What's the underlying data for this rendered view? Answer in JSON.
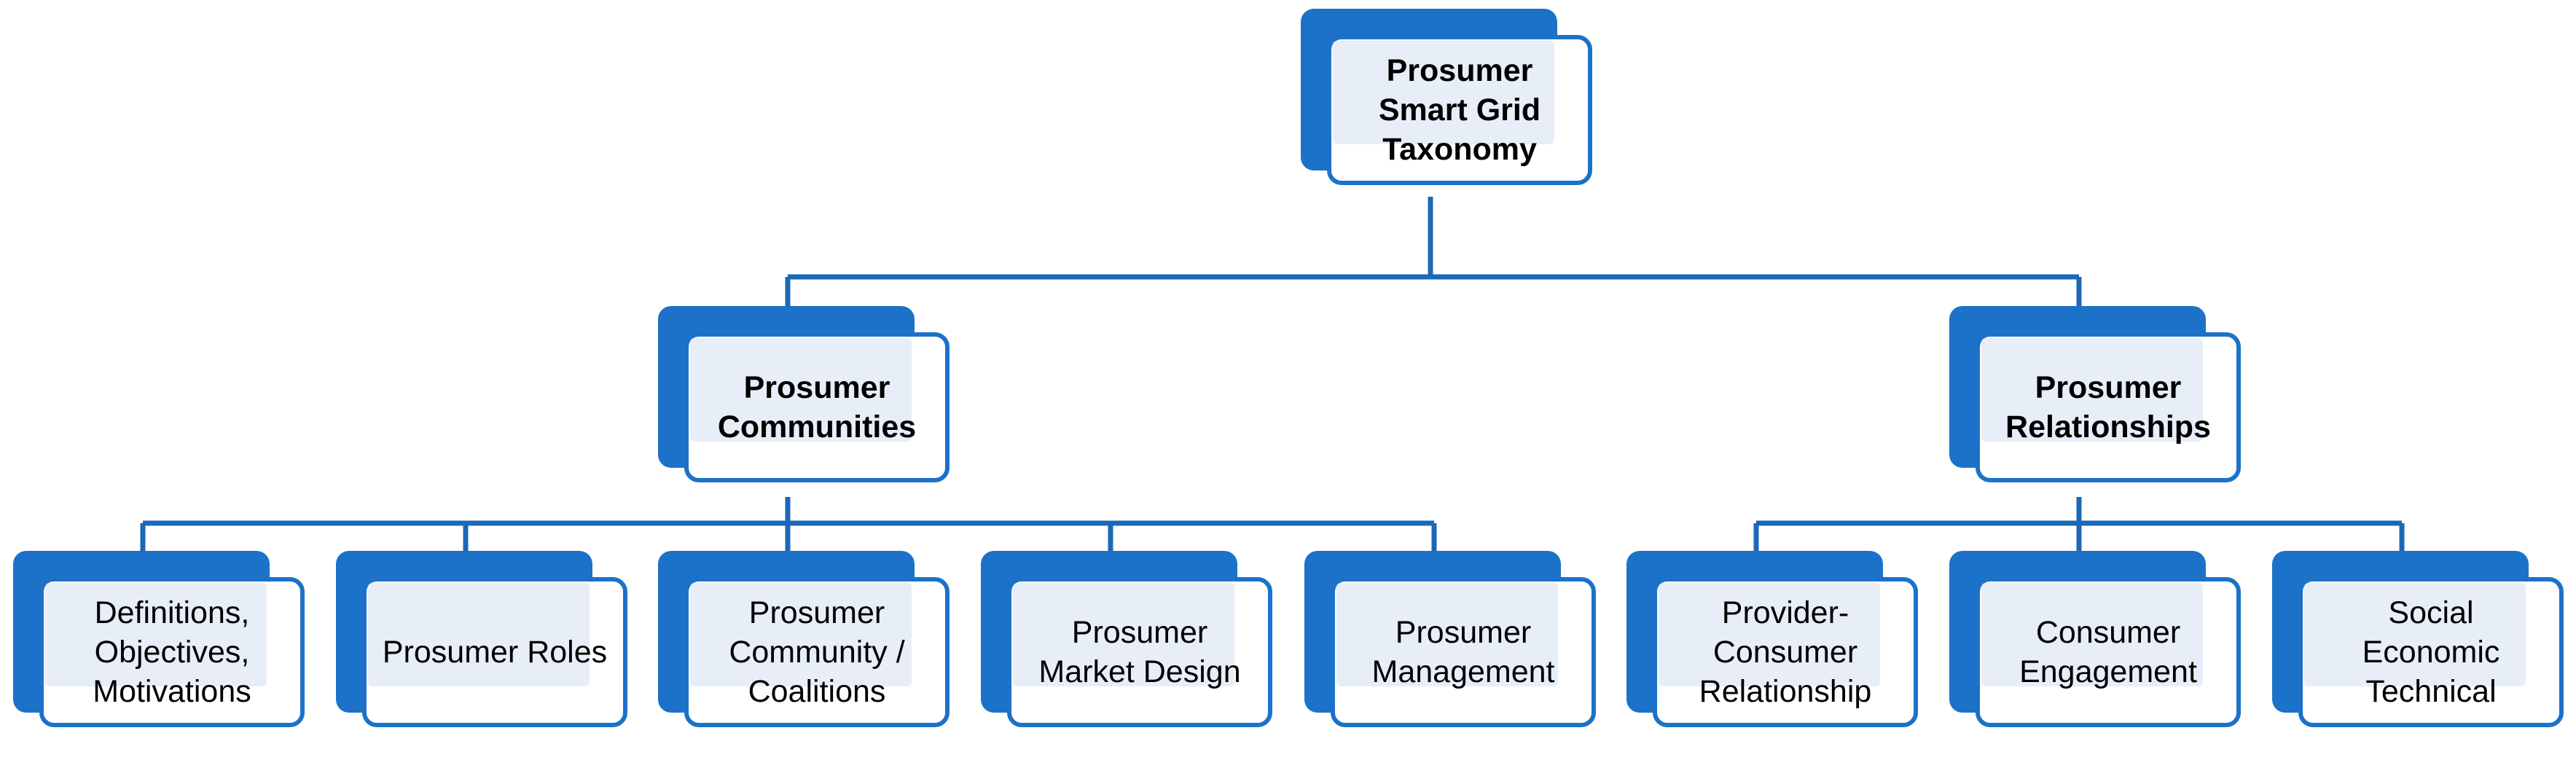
{
  "diagram": {
    "root": {
      "label": "Prosumer\nSmart Grid\nTaxonomy"
    },
    "branches": [
      {
        "label": "Prosumer\nCommunities",
        "children": [
          "Definitions,\nObjectives,\nMotivations",
          "Prosumer Roles",
          "Prosumer\nCommunity /\nCoalitions",
          "Prosumer\nMarket Design",
          "Prosumer\nManagement"
        ]
      },
      {
        "label": "Prosumer\nRelationships",
        "children": [
          "Provider-\nConsumer\nRelationship",
          "Consumer\nEngagement",
          "Social\nEconomic\nTechnical"
        ]
      }
    ],
    "colors": {
      "node_fill": "#1b72c8",
      "label_background": "#e7eef8",
      "connector": "#1b68b8"
    }
  }
}
